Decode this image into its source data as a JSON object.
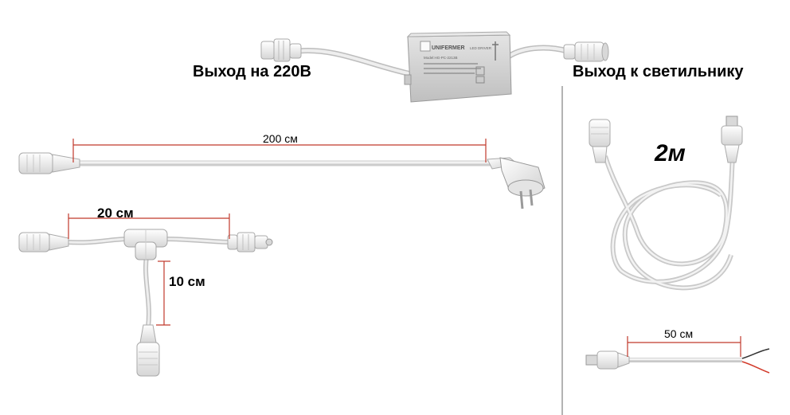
{
  "labels": {
    "output_220v": "Выход на 220В",
    "output_lamp": "Выход к светильнику",
    "length_200": "200 см",
    "length_20": "20 см",
    "length_10": "10 см",
    "length_2m": "2м",
    "length_50": "50 см"
  },
  "driver": {
    "brand": "UNIFERMER",
    "model": "Model:HG-PC-2213B",
    "type": "LED DRIVER"
  },
  "colors": {
    "cable": "#e6e6e6",
    "cable_edge": "#bdbdbd",
    "connector": "#f0f0f0",
    "driver_body": "#d3d3d3",
    "measure": "#c0392b",
    "wire_red": "#d23a2a",
    "wire_black": "#333333"
  }
}
